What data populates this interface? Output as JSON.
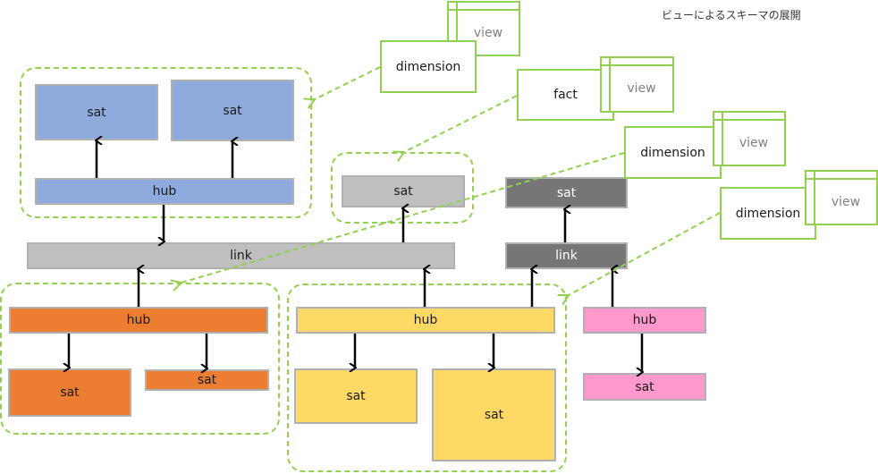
{
  "title": "ビューによるスキーマの展開",
  "colors": {
    "blue": "#8faadc",
    "light_gray": "#bfbfbf",
    "dark_gray": "#767676",
    "orange": "#ed7d31",
    "yellow": "#ffd966",
    "pink": "#ff99cc",
    "green_dashed": "#92d050"
  },
  "vault": {
    "blue_group": {
      "sat1": "sat",
      "sat2": "sat",
      "hub": "hub"
    },
    "link_main": "link",
    "link_sat": "sat",
    "dark_group": {
      "sat": "sat",
      "link": "link"
    },
    "orange_group": {
      "hub": "hub",
      "sat1": "sat",
      "sat2": "sat"
    },
    "yellow_group": {
      "hub": "hub",
      "sat1": "sat",
      "sat2": "sat"
    },
    "pink_group": {
      "hub": "hub",
      "sat": "sat"
    }
  },
  "views": [
    {
      "type": "dimension",
      "view_label": "view"
    },
    {
      "type": "fact",
      "view_label": "view"
    },
    {
      "type": "dimension",
      "view_label": "view"
    },
    {
      "type": "dimension",
      "view_label": "view"
    }
  ]
}
